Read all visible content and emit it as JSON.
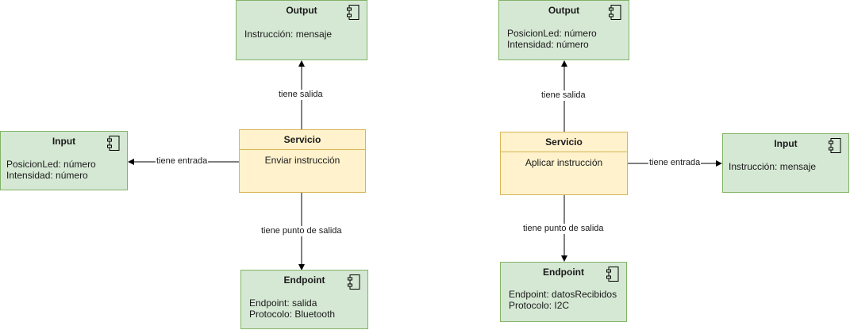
{
  "diagram_left": {
    "output": {
      "title": "Output",
      "body": "Instrucción: mensaje"
    },
    "service": {
      "title": "Servicio",
      "body": "Enviar instrucción"
    },
    "input": {
      "title": "Input",
      "body": "PosicionLed: número\nIntensidad: número"
    },
    "endpoint": {
      "title": "Endpoint",
      "body": "Endpoint: salida\nProtocolo: Bluetooth"
    },
    "edges": {
      "to_output": "tiene salida",
      "to_input": "tiene entrada",
      "to_endpoint": "tiene punto de salida"
    }
  },
  "diagram_right": {
    "output": {
      "title": "Output",
      "body": "PosicionLed: número\nIntensidad: número"
    },
    "service": {
      "title": "Servicio",
      "body": "Aplicar instrucción"
    },
    "input": {
      "title": "Input",
      "body": "Instrucción: mensaje"
    },
    "endpoint": {
      "title": "Endpoint",
      "body": "Endpoint: datosRecibidos\nProtocolo: I2C"
    },
    "edges": {
      "to_output": "tiene salida",
      "to_input": "tiene entrada",
      "to_endpoint": "tiene punto de salida"
    }
  },
  "colors": {
    "component_fill": "#d5e8d4",
    "component_stroke": "#82b366",
    "service_fill": "#fff2cc",
    "service_stroke": "#d6b656",
    "edge": "#000000"
  },
  "icons": {
    "component": "uml-component-icon"
  }
}
